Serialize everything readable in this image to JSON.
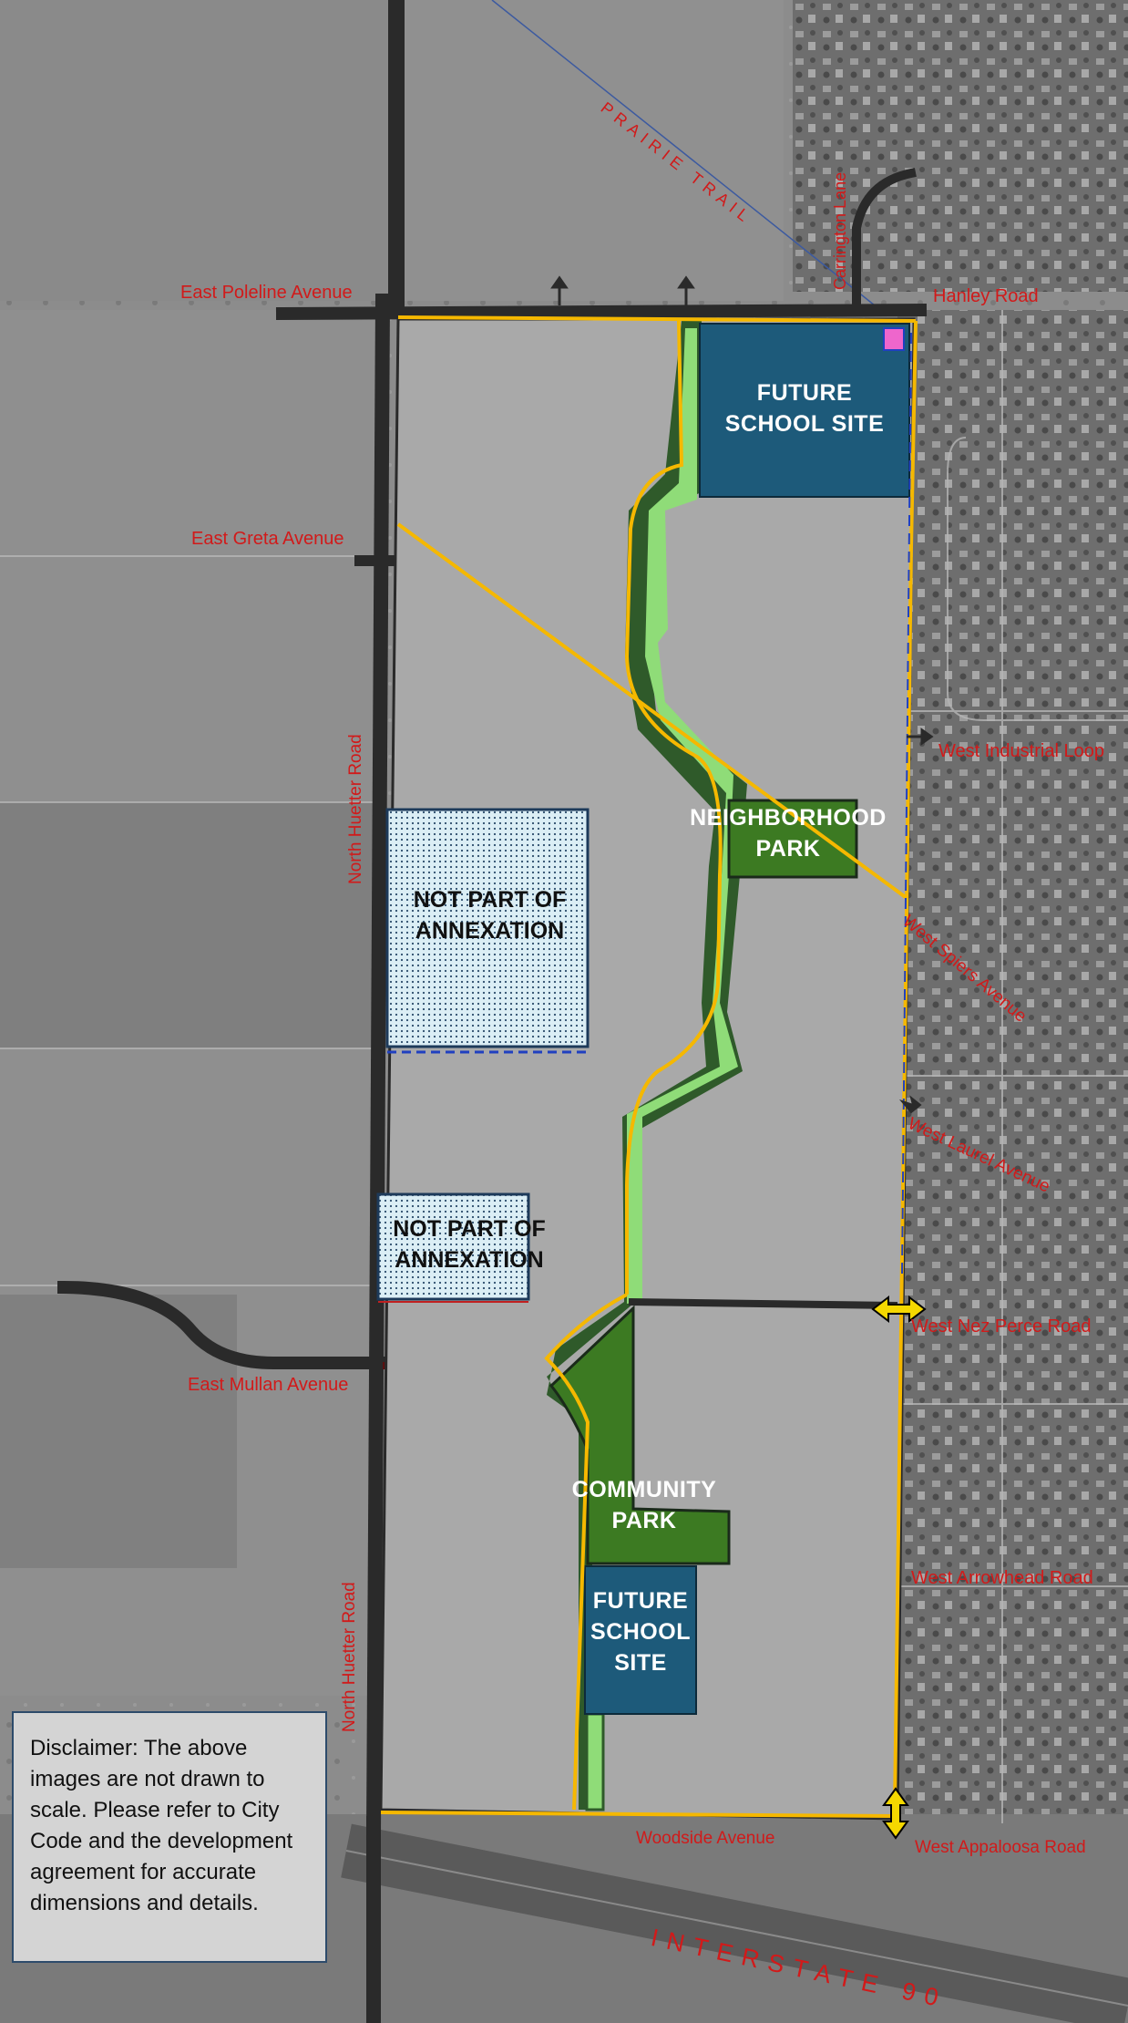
{
  "map": {
    "roads": {
      "east_poleline_avenue": "East Poleline Avenue",
      "hanley_road": "Hanley Road",
      "prairie_trail": "PRAIRIE TRAIL",
      "carrington_lane": "Carrington Lane",
      "east_greta_avenue": "East Greta Avenue",
      "west_industrial_loop": "West Industrial Loop",
      "north_huetter_road_upper": "North Huetter Road",
      "north_huetter_road_lower": "North Huetter Road",
      "west_spiers_avenue": "West Spiers Avenue",
      "west_laurel_avenue": "West Laurel Avenue",
      "west_nez_perce_road": "West Nez Perce Road",
      "east_mullan_avenue": "East Mullan Avenue",
      "west_arrowhead_road": "West Arrowhead Road",
      "woodside_avenue": "Woodside Avenue",
      "west_appaloosa_road": "West Appaloosa Road",
      "interstate_90": "INTERSTATE 90"
    },
    "zones": {
      "future_school_site_north": "FUTURE SCHOOL SITE",
      "neighborhood_park": "NEIGHBORHOOD PARK",
      "not_part_of_annexation_1": "NOT PART OF ANNEXATION",
      "not_part_of_annexation_2": "NOT PART OF ANNEXATION",
      "community_park": "COMMUNITY PARK",
      "future_school_site_south": "FUTURE SCHOOL SITE"
    },
    "disclaimer": "Disclaimer: The above images are not drawn to scale. Please refer to City Code and the development agreement for accurate dimensions and details.",
    "colors": {
      "boundary": "#f5b800",
      "development_area": "#a9a9a9",
      "school_site": "#1d5a7a",
      "park_dark": "#3c7a22",
      "greenway": "#8fdc78",
      "annexation_excluded": "#dbeef5",
      "road_label": "#d11a1a",
      "road": "#2a2a2a"
    }
  }
}
